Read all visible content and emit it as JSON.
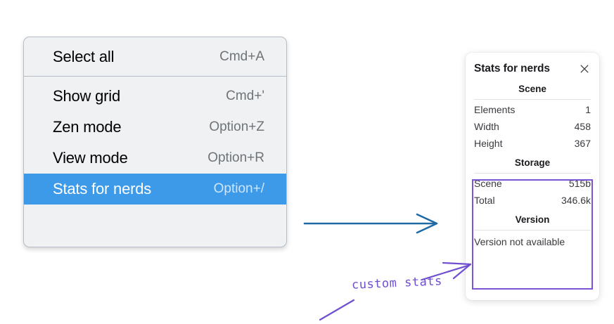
{
  "context_menu": {
    "groups": [
      {
        "items": [
          {
            "label": "Select all",
            "shortcut": "Cmd+A",
            "selected": false
          }
        ]
      },
      {
        "items": [
          {
            "label": "Show grid",
            "shortcut": "Cmd+'",
            "selected": false
          },
          {
            "label": "Zen mode",
            "shortcut": "Option+Z",
            "selected": false
          },
          {
            "label": "View mode",
            "shortcut": "Option+R",
            "selected": false
          },
          {
            "label": "Stats for nerds",
            "shortcut": "Option+/",
            "selected": true
          }
        ]
      }
    ],
    "highlight_color": "#3d9ae8",
    "background_color": "#eff1f3"
  },
  "stats_panel": {
    "title": "Stats for nerds",
    "close_icon": "close-icon",
    "sections": [
      {
        "name": "scene",
        "title": "Scene",
        "rows": [
          {
            "key": "Elements",
            "value": "1"
          },
          {
            "key": "Width",
            "value": "458"
          },
          {
            "key": "Height",
            "value": "367"
          }
        ]
      },
      {
        "name": "storage",
        "title": "Storage",
        "rows": [
          {
            "key": "Scene",
            "value": "515b"
          },
          {
            "key": "Total",
            "value": "346.6k"
          }
        ]
      },
      {
        "name": "version",
        "title": "Version",
        "note": "Version not available"
      }
    ]
  },
  "annotations": {
    "handwriting_label": "custom stats",
    "arrow_color_blue": "#1f6aa5",
    "arrow_color_purple": "#6f4fd0",
    "box_color": "#7b54d6"
  }
}
